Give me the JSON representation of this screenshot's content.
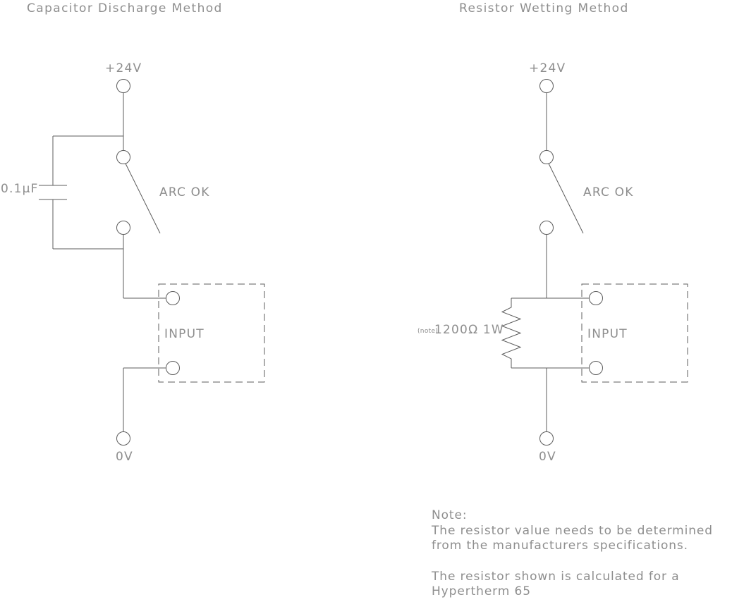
{
  "theme": {
    "line_color": "#5c5c5c",
    "text_color": "#8e8e8e",
    "bg_color": "#ffffff"
  },
  "left_diagram": {
    "title": "Capacitor Discharge Method",
    "supply_label": "+24V",
    "switch_label": "ARC OK",
    "capacitor_label": "0.1µF",
    "input_box_label": "INPUT",
    "ground_label": "0V"
  },
  "right_diagram": {
    "title": "Resistor Wetting Method",
    "supply_label": "+24V",
    "switch_label": "ARC OK",
    "resistor_note_ref": "(note)",
    "resistor_label": "1200Ω 1W",
    "input_box_label": "INPUT",
    "ground_label": "0V"
  },
  "note": {
    "heading": "Note:",
    "line1": "The resistor value needs to be determined",
    "line2": "from the manufacturers specifications.",
    "line3": "The resistor shown is calculated for a",
    "line4": "Hypertherm 65"
  }
}
